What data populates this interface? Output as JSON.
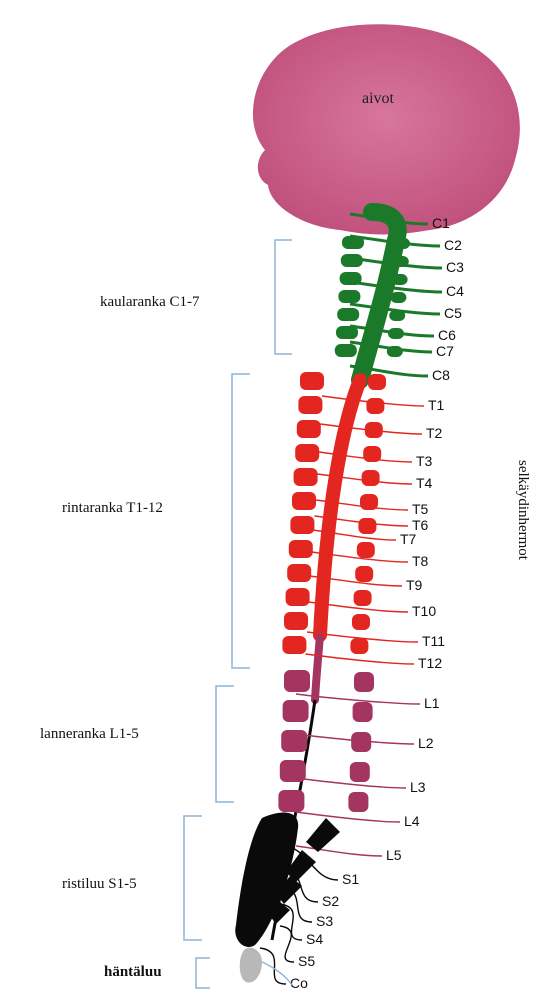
{
  "brain_label": "aivot",
  "side_label": "selkäydinhermot",
  "regions": [
    {
      "key": "cervical",
      "label": "kaularanka C1-7"
    },
    {
      "key": "thoracic",
      "label": "rintaranka T1-12"
    },
    {
      "key": "lumbar",
      "label": "lanneranka L1-5"
    },
    {
      "key": "sacral",
      "label": "ristiluu S1-5"
    },
    {
      "key": "coccyx",
      "label": "häntäluu"
    }
  ],
  "nerves": {
    "cervical": [
      "C1",
      "C2",
      "C3",
      "C4",
      "C5",
      "C6",
      "C7",
      "C8"
    ],
    "thoracic": [
      "T1",
      "T2",
      "T3",
      "T4",
      "T5",
      "T6",
      "T7",
      "T8",
      "T9",
      "T10",
      "T11",
      "T12"
    ],
    "lumbar": [
      "L1",
      "L2",
      "L3",
      "L4",
      "L5"
    ],
    "sacral": [
      "S1",
      "S2",
      "S3",
      "S4",
      "S5"
    ],
    "coccygeal": [
      "Co"
    ]
  },
  "colors": {
    "brain": "#c95a85",
    "cervical": "#1a7a2a",
    "thoracic": "#e3261f",
    "lumbar": "#a33560",
    "sacral": "#0a0a0a",
    "coccyx": "#b8b8b8",
    "bracket": "#8fb3d6"
  }
}
